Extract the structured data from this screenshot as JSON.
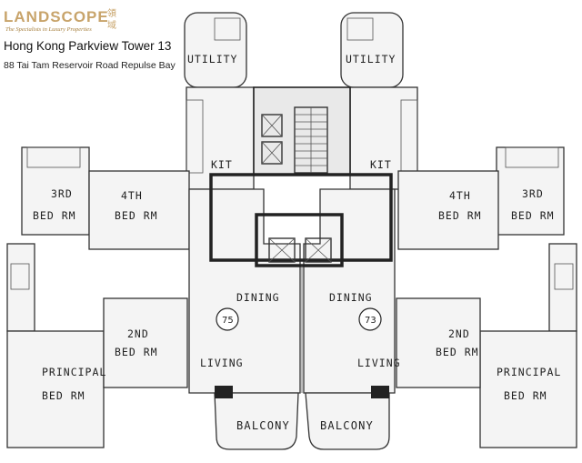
{
  "branding": {
    "logo_text": "LANDSCOPE",
    "logo_cjk_top": "領",
    "logo_cjk_bottom": "域",
    "tagline": "The Specialists in Luxury Properties",
    "accent_color": "#c8a46b"
  },
  "header": {
    "title": "Hong Kong Parkview Tower 13",
    "address": "88 Tai Tam Reservoir Road Repulse Bay"
  },
  "units": {
    "left": {
      "number": "75"
    },
    "right": {
      "number": "73"
    }
  },
  "rooms": {
    "utility": "UTILITY",
    "kit": "KIT",
    "bed3_line1": "3RD",
    "bed4_line1": "4TH",
    "bed2_line1": "2ND",
    "principal_line1": "PRINCIPAL",
    "bed_rm": "BED RM",
    "dining": "DINING",
    "living": "LIVING",
    "balcony": "BALCONY"
  }
}
